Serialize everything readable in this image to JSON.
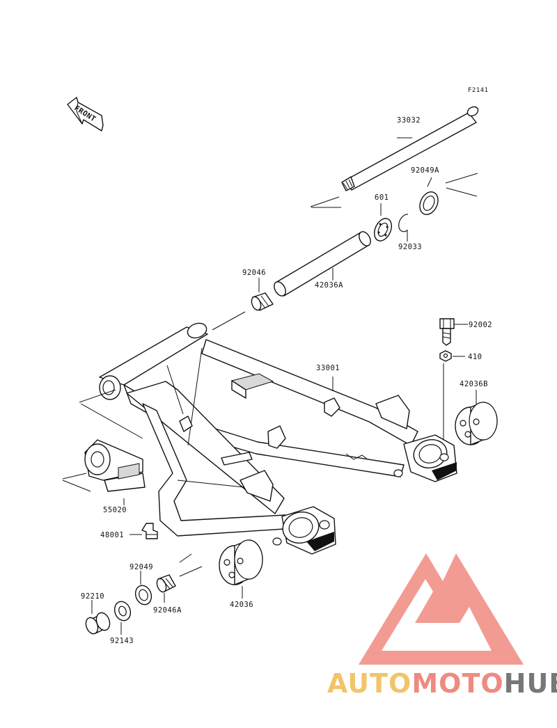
{
  "figure_code": "F2141",
  "front_arrow_label": "FRONT",
  "parts": {
    "p33032": "33032",
    "p92049A": "92049A",
    "p601": "601",
    "p92033": "92033",
    "p92046": "92046",
    "p42036A": "42036A",
    "p92002": "92002",
    "p410": "410",
    "p33001": "33001",
    "p42036B": "42036B",
    "p55020": "55020",
    "p48001": "48001",
    "p92049": "92049",
    "p92046A": "92046A",
    "p42036": "42036",
    "p92210": "92210",
    "p92143": "92143"
  },
  "watermark": {
    "part1": "AUTO",
    "part2": "MOTO",
    "part3": "HUB",
    "colors": {
      "auto": "#f2c46a",
      "moto": "#ee8b80",
      "hub": "#777777",
      "logo": "#f08a80"
    }
  }
}
